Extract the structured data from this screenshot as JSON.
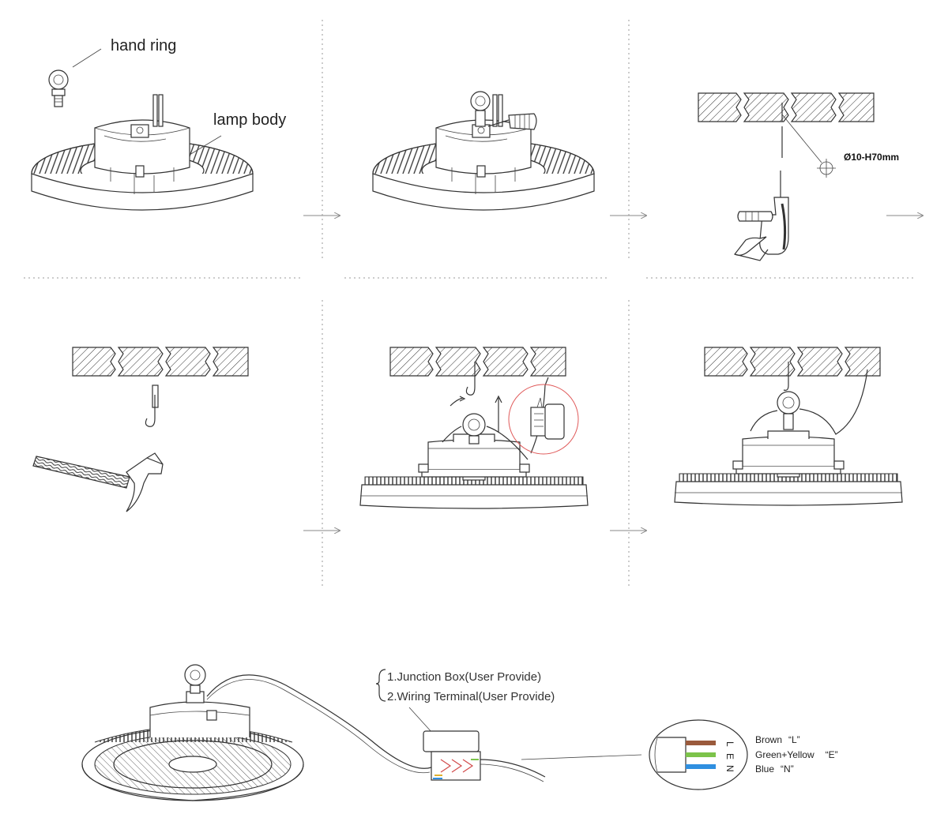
{
  "labels": {
    "hand_ring": "hand ring",
    "lamp_body": "lamp body",
    "hole_spec": "Ø10-H70mm",
    "junction_box": "1.Junction Box(User Provide)",
    "wiring_terminal": "2.Wiring Terminal(User Provide)"
  },
  "wiring": {
    "letters": {
      "l": "L",
      "e": "E",
      "n": "N"
    },
    "legend": [
      {
        "name": "Brown",
        "code": "“L”",
        "color": "#9a5a3c"
      },
      {
        "name": "Green+Yellow",
        "code": "“E”",
        "color": "#7cc34a"
      },
      {
        "name": "Blue",
        "code": "“N”",
        "color": "#2f8fe0"
      }
    ]
  },
  "colors": {
    "callout_circle": "#e05a5a"
  }
}
